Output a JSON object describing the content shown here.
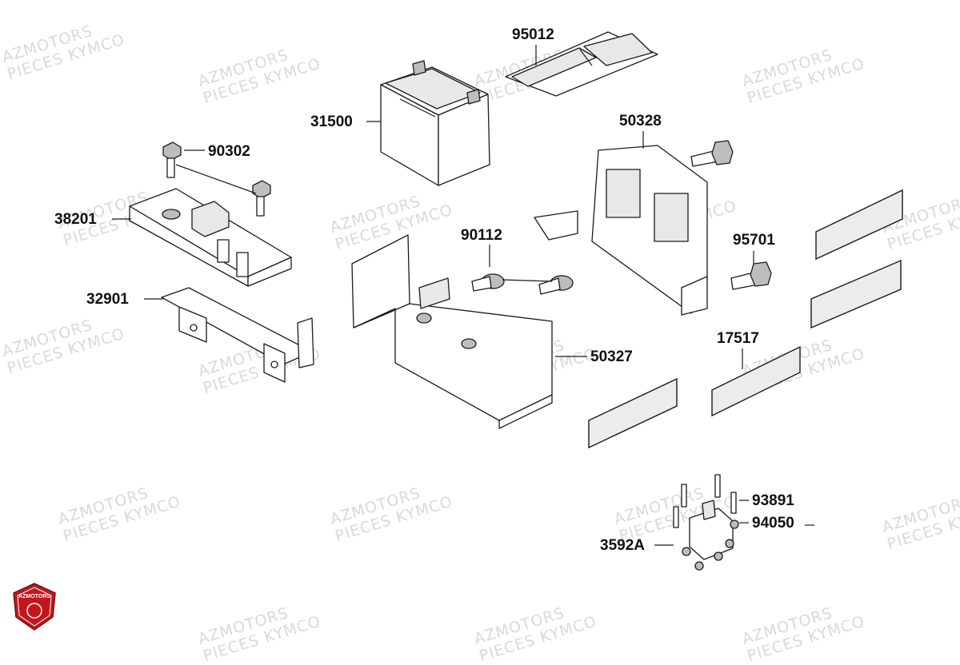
{
  "watermark": {
    "line1": "AZMOTORS",
    "line2": "PIECES KYMCO"
  },
  "logo": {
    "text": "AZMOTORS",
    "color": "#c0171d"
  },
  "parts": [
    {
      "number": "95012",
      "name": "battery-strap"
    },
    {
      "number": "31500",
      "name": "battery"
    },
    {
      "number": "50328",
      "name": "battery-bracket"
    },
    {
      "number": "90302",
      "name": "flange-bolt-pair"
    },
    {
      "number": "38201",
      "name": "relay-holder"
    },
    {
      "number": "90112",
      "name": "screw-washer-pair"
    },
    {
      "number": "95701",
      "name": "bolt-side"
    },
    {
      "number": "32901",
      "name": "holder-plate"
    },
    {
      "number": "50327",
      "name": "battery-case"
    },
    {
      "number": "17517",
      "name": "foam-pads"
    },
    {
      "number": "93891",
      "name": "small-screws"
    },
    {
      "number": "94050",
      "name": "nuts"
    },
    {
      "number": "3592A",
      "name": "starter-relay"
    }
  ],
  "colors": {
    "line": "#1a1a1a",
    "watermark": "#d9d9d9",
    "logo_red": "#c0171d"
  }
}
